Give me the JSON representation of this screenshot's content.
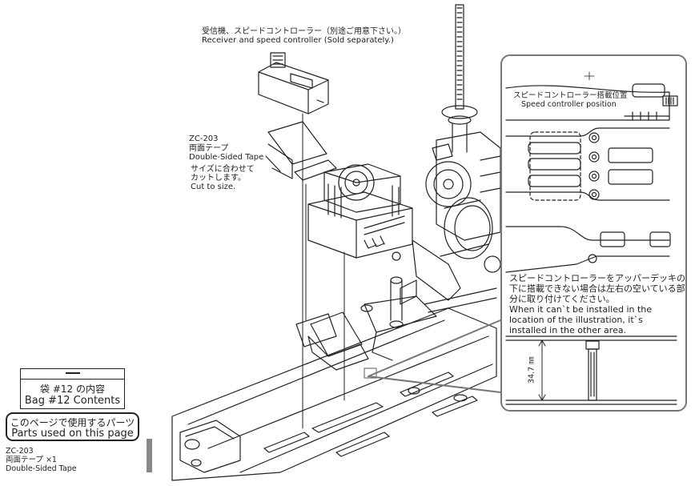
{
  "receiver_label": {
    "jp": "受信機、スピードコントローラー（別途ご用意下さい。）",
    "en": "Receiver and speed controller (Sold separately.)"
  },
  "tape_label": {
    "code": "ZC-203",
    "jp": "両面テープ",
    "en": "Double-Sided Tape"
  },
  "cut_note": {
    "jp1": "サイズに合わせて",
    "jp2": "カットします。",
    "en": "Cut to size."
  },
  "inset": {
    "position_jp": "スピードコントローラー搭載位置",
    "position_en": "Speed controller position",
    "note_jp1": "スピードコントローラーをアッパーデッキの",
    "note_jp2": "下に搭載できない場合は左右の空いている部",
    "note_jp3": "分に取り付けてください。",
    "note_en1": "When it can`t be installed in the",
    "note_en2": "location of the illustration, it`s",
    "note_en3": "installed in the other area.",
    "dimension": "34.7 ㎜"
  },
  "bag": {
    "jp": "袋 #12 の内容",
    "en": "Bag #12 Contents"
  },
  "parts_used": {
    "jp": "このページで使用するパーツ",
    "en": "Parts used on this page"
  },
  "parts_list": {
    "code": "ZC-203",
    "jp": "両面テープ ×1",
    "en": "Double-Sided Tape"
  },
  "colors": {
    "line": "#222222",
    "frame": "#777777",
    "accent_bar": "#888888"
  }
}
